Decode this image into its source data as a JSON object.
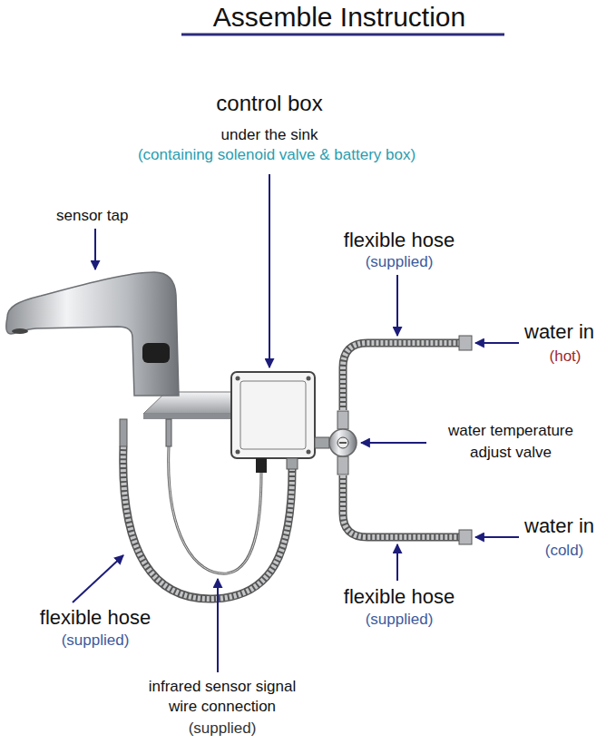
{
  "diagram": {
    "title": "Assemble Instruction",
    "labels": [
      "control box",
      "under the sink",
      "(containing solenoid valve & battery box)",
      "sensor tap",
      "flexible hose",
      "(supplied)",
      "water in",
      "(hot)",
      "water temperature adjust valve",
      "water in",
      "(cold)",
      "flexible hose",
      "(supplied)",
      "flexible hose",
      "(supplied)",
      "infrared sensor signal wire connection",
      "(supplied)"
    ]
  }
}
